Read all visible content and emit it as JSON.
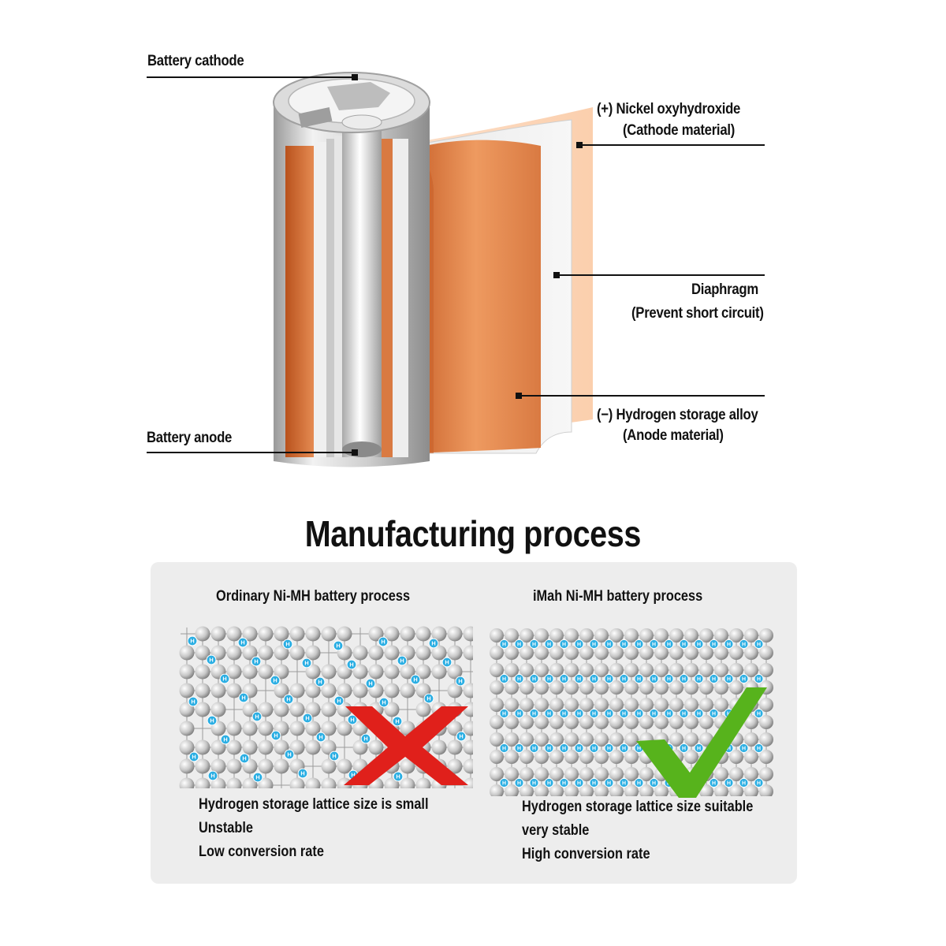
{
  "battery_diagram": {
    "labels": {
      "battery_cathode": "Battery cathode",
      "battery_anode": "Battery anode",
      "nickel_line1": "(+) Nickel oxyhydroxide",
      "nickel_line2": "(Cathode material)",
      "diaphragm_line1": "Diaphragm",
      "diaphragm_line2": "(Prevent short circuit)",
      "alloy_line1": "(−) Hydrogen storage alloy",
      "alloy_line2": "(Anode material)"
    }
  },
  "section_title": "Manufacturing process",
  "comparison": {
    "ordinary": {
      "title": "Ordinary Ni-MH battery process",
      "verdict_icon": "red-x-icon",
      "bullets": [
        "Hydrogen storage lattice size is small",
        "Unstable",
        "Low conversion rate"
      ]
    },
    "imah": {
      "title": "iMah Ni-MH battery process",
      "verdict_icon": "green-check-icon",
      "bullets": [
        "Hydrogen storage lattice size suitable",
        "very stable",
        "High conversion rate"
      ]
    },
    "atom_letter": "H"
  },
  "colors": {
    "copper": "#d9773f",
    "copper_light": "#f3a46e",
    "peach": "#fbd3b4",
    "hydrogen": "#2aaee3",
    "cross": "#e0201b",
    "check": "#57b31c"
  }
}
